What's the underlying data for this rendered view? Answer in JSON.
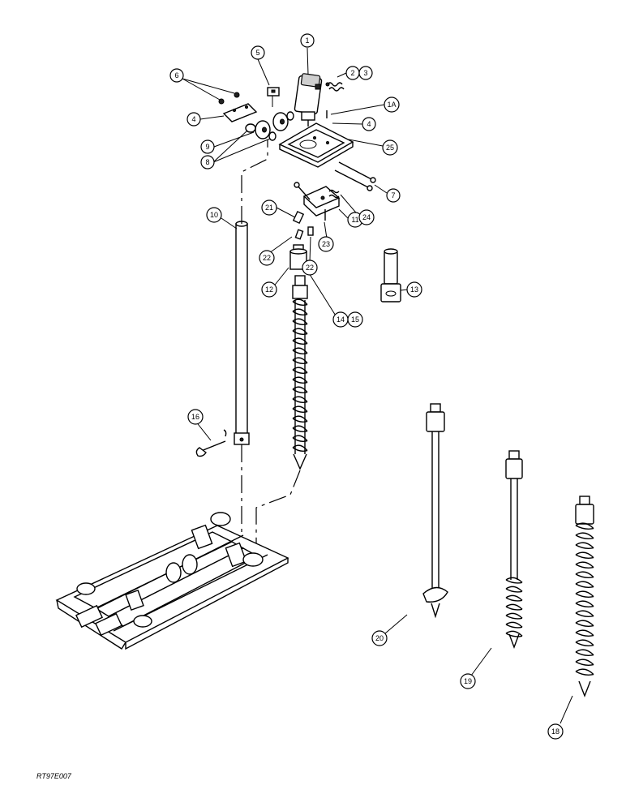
{
  "figure_reference": "RT97E007",
  "callouts": [
    {
      "label": "1"
    },
    {
      "label": "2"
    },
    {
      "label": "3"
    },
    {
      "label": "1A"
    },
    {
      "label": "4"
    },
    {
      "label": "4"
    },
    {
      "label": "5"
    },
    {
      "label": "6"
    },
    {
      "label": "7"
    },
    {
      "label": "8"
    },
    {
      "label": "9"
    },
    {
      "label": "10"
    },
    {
      "label": "11"
    },
    {
      "label": "12"
    },
    {
      "label": "13"
    },
    {
      "label": "14"
    },
    {
      "label": "15"
    },
    {
      "label": "16"
    },
    {
      "label": "18"
    },
    {
      "label": "19"
    },
    {
      "label": "20"
    },
    {
      "label": "21"
    },
    {
      "label": "22"
    },
    {
      "label": "22"
    },
    {
      "label": "23"
    },
    {
      "label": "24"
    },
    {
      "label": "25"
    }
  ]
}
